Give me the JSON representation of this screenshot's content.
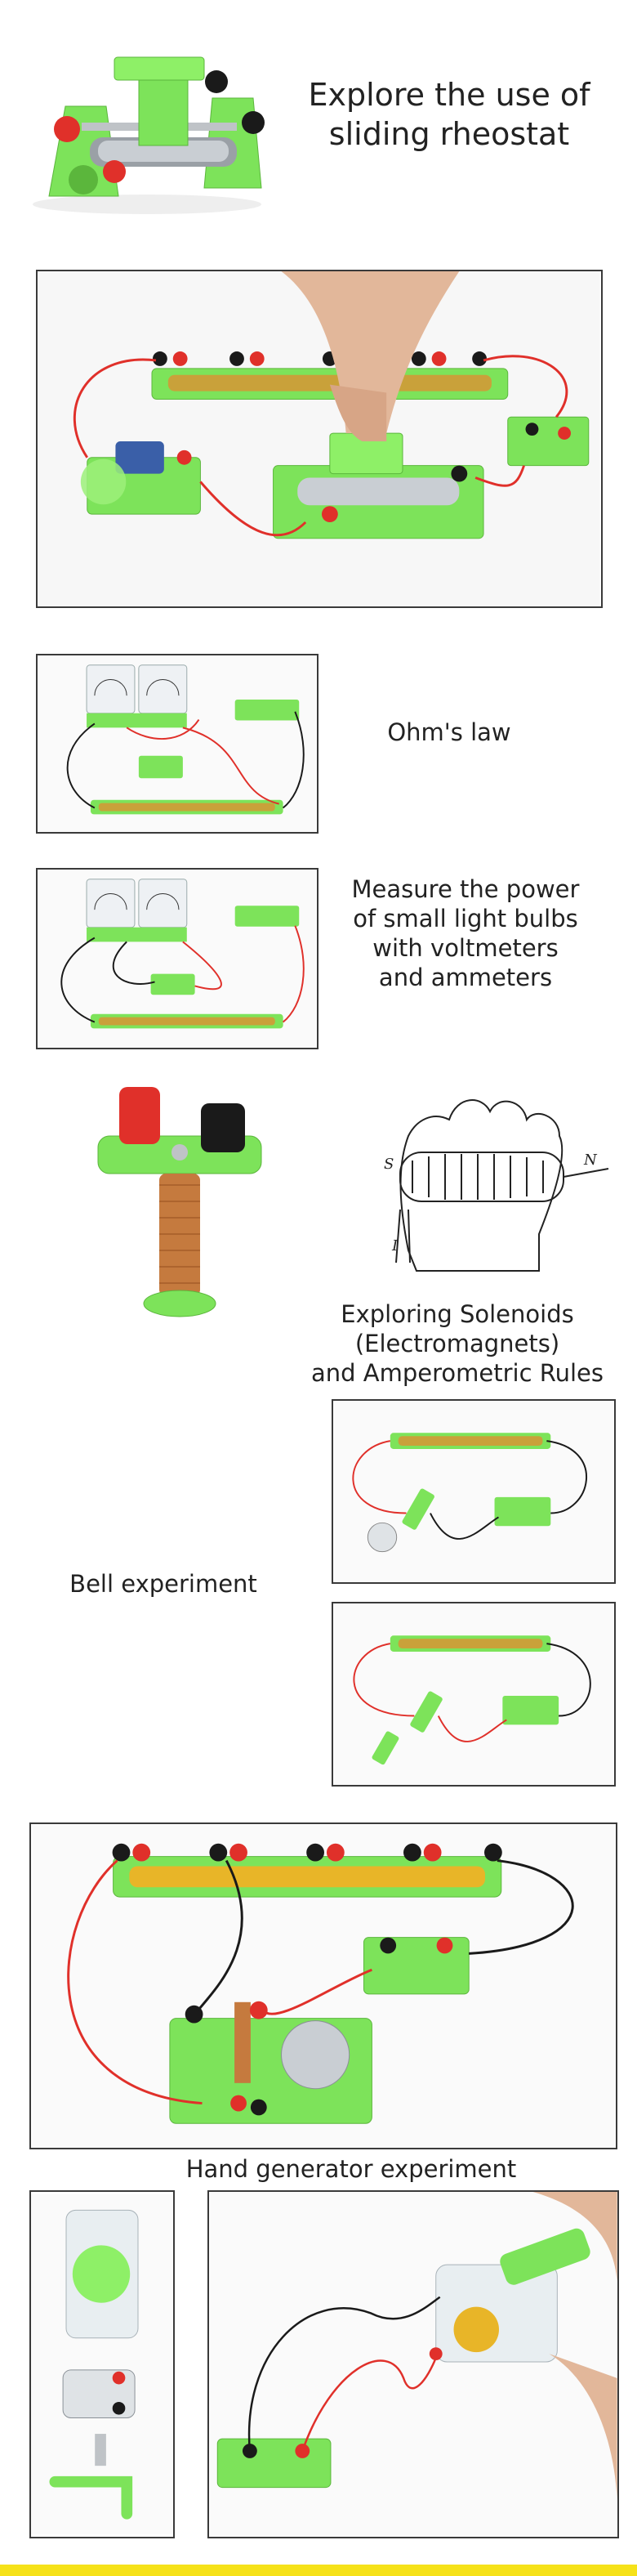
{
  "hero": {
    "title_line1": "Explore the use of",
    "title_line2": "sliding rheostat"
  },
  "sections": {
    "ohms_law": "Ohm's law",
    "power_line1": "Measure the power",
    "power_line2": "of small light bulbs",
    "power_line3": "with voltmeters",
    "power_line4": "and ammeters",
    "solenoid_line1": "Exploring Solenoids",
    "solenoid_line2": "(Electromagnets)",
    "solenoid_line3": "and Amperometric Rules",
    "bell": "Bell experiment",
    "generator": "Hand generator experiment"
  },
  "diagram_labels": {
    "s": "S",
    "n": "N",
    "i": "I"
  },
  "colors": {
    "plastic_green": "#7de35a",
    "wire_red": "#e0302a",
    "wire_black": "#1a1a1a",
    "accent_yellow": "#f6e21a"
  }
}
